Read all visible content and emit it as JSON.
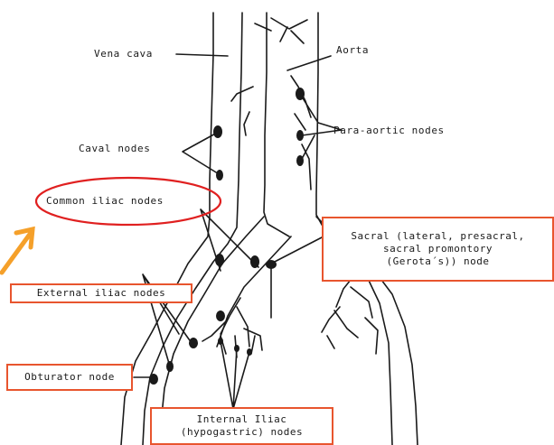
{
  "colors": {
    "ink": "#1a1a1a",
    "box_border": "#e8552e",
    "ellipse": "#e02020",
    "arrow": "#f5a02a"
  },
  "labels": {
    "vena_cava": "Vena cava",
    "aorta": "Aorta",
    "caval_nodes": "Caval nodes",
    "para_aortic_nodes": "Para-aortic nodes",
    "common_iliac_nodes": "Common iliac nodes",
    "sacral_line1": "Sacral (lateral, presacral,",
    "sacral_line2": "sacral promontory",
    "sacral_line3": "(Gerota´s)) node",
    "external_iliac_nodes": "External iliac nodes",
    "obturator_node": "Obturator node",
    "internal_iliac_line1": "Internal Iliac",
    "internal_iliac_line2": "(hypogastric) nodes"
  }
}
